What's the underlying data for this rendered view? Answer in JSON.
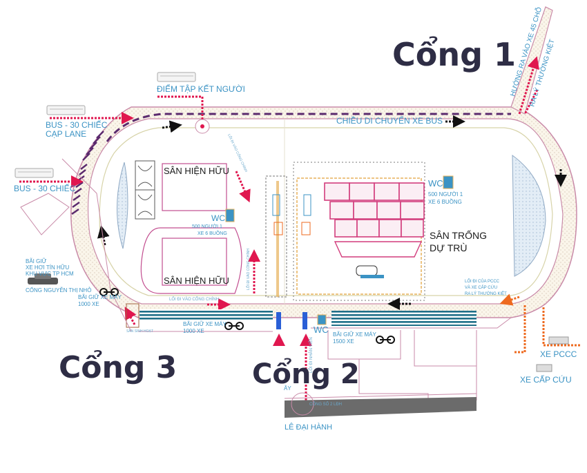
{
  "gates": {
    "gate1": "Cổng 1",
    "gate2": "Cổng 2",
    "gate3": "Cổng 3"
  },
  "labels": {
    "bus_lane": "BUS - 30 CHIẾC",
    "bus_lane_2": "CẠP LANE",
    "bus_left": "BUS - 30 CHIẾC",
    "gathering_point": "ĐIỂM TẬP KẾT NGƯỜI",
    "bus_direction": "CHIỀU DI CHUYỂN XE BUS",
    "route_45_seat": "HƯỚNG RA VÀO XE 45 CHỖ",
    "route_ly_thuong_kiet": "RA LÝ THƯỜNG KIỆT",
    "existing_field_1": "SÂN HIỆN HỮU",
    "existing_field_2": "SÂN HIỆN HỮU",
    "wc_left": "WC",
    "wc_left_cap_1": "500 NGƯỜI 1",
    "wc_left_cap_2": "XE 6 BUỒNG",
    "wc_right": "WC",
    "wc_right_cap_1": "500 NGƯỜI 1",
    "wc_right_cap_2": "XE 6 BUỒNG",
    "reserve_field_1": "SÂN TRỐNG",
    "reserve_field_2": "DỰ TRÙ",
    "car_park_1": "BÃI GIỮ",
    "car_park_2": "XE HƠI TÍN HỮU",
    "car_park_3": "KHU VỰC TP HCM",
    "car_park_4": "CỔNG NGUYỄN THỊ NHỎ",
    "moto_park_1_a": "BÃI GIỮ XE MÁY",
    "moto_park_1_b": "1000 XE",
    "moto_park_2_a": "BÃI GIỮ XE MÁY",
    "moto_park_2_b": "1000 XE",
    "moto_park_3_a": "BÃI GIỮ XE MÁY",
    "moto_park_3_b": "1500 XE",
    "wc_bottom": "WC",
    "main_gate_path": "LỐI ĐI VÀO CỔNG CHÍNH",
    "main_gate_path_v": "LỐI ĐI VÀO CỔNG CHÍNH",
    "fire_exit_1": "LỐI ĐI CỦA PCCC",
    "fire_exit_2": "VÀ XE CẤP CỨU",
    "fire_exit_3": "RA LÝ THƯỜNG KIỆT",
    "fire_truck": "XE PCCC",
    "ambulance": "XE CẤP CỨU",
    "staff_path": "LỐI ĐI NHÂN VIÊN",
    "gate_no2": "CỔNG SỐ 2 LĐH",
    "street": "LÊ ĐẠI HÀNH",
    "ay": "ÂY",
    "san_sinh_hoat": "SÂN SINH HOẠT"
  },
  "colors": {
    "gate_text": "#2e2d45",
    "label_blue": "#3b93c4",
    "route_red": "#e0174f",
    "route_orange": "#ee6a1f",
    "bus_purple": "#5b2a6e",
    "track_pink": "#c98aa8",
    "parking_teal": "#1f6f88",
    "stage_magenta": "#d23c7c",
    "road_gray": "#6b6b6b"
  }
}
